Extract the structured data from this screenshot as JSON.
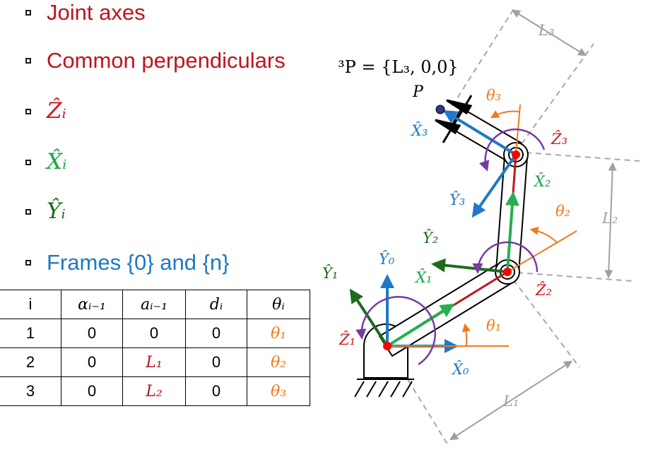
{
  "bullets": [
    {
      "text": "Joint axes",
      "color": "#c0141c"
    },
    {
      "text": "Common perpendiculars",
      "color": "#c0141c"
    },
    {
      "text": "Ẑᵢ",
      "color": "#d4141c"
    },
    {
      "text": "X̂ᵢ",
      "color": "#1aa34a"
    },
    {
      "text": "Ŷᵢ",
      "color": "#1e6b1e"
    },
    {
      "text": "Frames {0} and {n}",
      "color": "#1f78c8"
    }
  ],
  "table": {
    "headers": [
      "i",
      "αᵢ₋₁",
      "aᵢ₋₁",
      "dᵢ",
      "θᵢ"
    ],
    "rows": [
      [
        "1",
        "0",
        "0",
        "0",
        "θ₁"
      ],
      [
        "2",
        "0",
        "L₁",
        "0",
        "θ₂"
      ],
      [
        "3",
        "0",
        "L₂",
        "0",
        "θ₃"
      ]
    ]
  },
  "diagram": {
    "point_eq": "³P = {L₃, 0,0}",
    "point_label": "P",
    "labels": {
      "x0": "X̂₀",
      "y0": "Ŷ₀",
      "z1": "Ẑ₁",
      "x1": "X̂₁",
      "y1": "Ŷ₁",
      "theta1": "θ₁",
      "x2": "X̂₂",
      "y2": "Ŷ₂",
      "z2": "Ẑ₂",
      "theta2": "θ₂",
      "x3": "X̂₃",
      "y3": "Ŷ₃",
      "z3": "Ẑ₃",
      "theta3": "θ₃",
      "L1": "L₁",
      "L2": "L₂",
      "L3": "L₃"
    },
    "colors": {
      "x_axis": "#1f78c8",
      "link": "#22b14c",
      "z_red": "#e0141c",
      "perp_red": "#c0141c",
      "y_green": "#1e6b1e",
      "angle": "#f07a1a",
      "rotation": "#7a3aa0",
      "dim_gray": "#a0a0a0",
      "dashed": "#a8a8a8",
      "dot": "#ff0000"
    }
  }
}
